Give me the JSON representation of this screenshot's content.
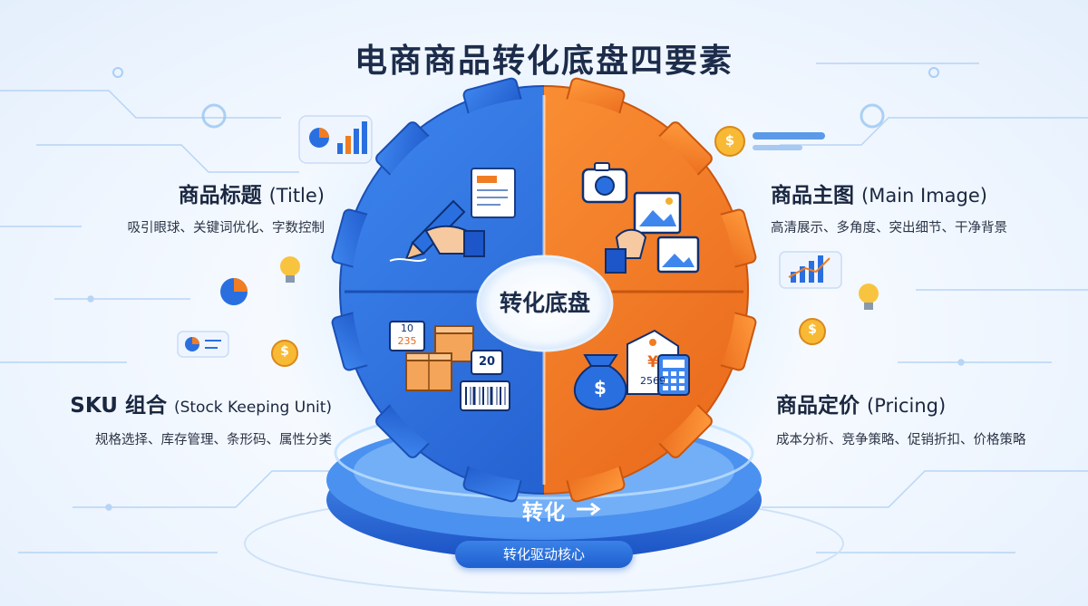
{
  "title": "电商商品转化底盘四要素",
  "center": "转化底盘",
  "base_label": "转化",
  "base_pill": "转化驱动核心",
  "sections": {
    "title_block": {
      "name": "商品标题",
      "name_en": "(Title)",
      "desc": "吸引眼球、关键词优化、字数控制"
    },
    "image_block": {
      "name": "商品主图",
      "name_en": "(Main Image)",
      "desc": "高清展示、多角度、突出细节、干净背景"
    },
    "sku_block": {
      "name": "SKU 组合",
      "name_en": "(Stock Keeping Unit)",
      "desc": "规格选择、库存管理、条形码、属性分类"
    },
    "pricing_block": {
      "name": "商品定价",
      "name_en": "(Pricing)",
      "desc": "成本分析、竞争策略、促销折扣、价格策略"
    }
  },
  "sku_numbers": {
    "box_top": "10",
    "box_bottom": "235",
    "box_tag": "20"
  },
  "price_tag": {
    "symbol": "¥",
    "value": "2569"
  },
  "colors": {
    "blue": "#2a6fe0",
    "orange": "#f07d22",
    "dark_text": "#1a2740"
  },
  "icons": [
    "document-icon",
    "pen-hand-icon",
    "camera-icon",
    "picture-hand-icon",
    "boxes-icon",
    "barcode-icon",
    "money-bag-icon",
    "price-tag-icon",
    "calculator-icon",
    "lightbulb-icon",
    "coin-icon",
    "bar-chart-icon",
    "pie-chart-icon"
  ]
}
